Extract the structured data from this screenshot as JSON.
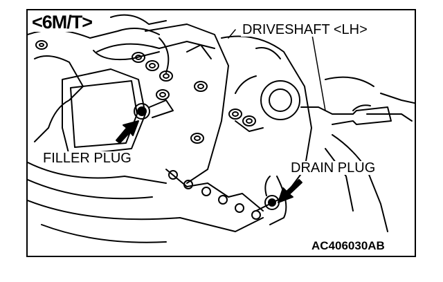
{
  "figure": {
    "title": "<6M/T>",
    "code": "AC406030AB"
  },
  "labels": {
    "driveshaft": "DRIVESHAFT <LH>",
    "filler_plug": "FILLER PLUG",
    "drain_plug": "DRAIN PLUG"
  },
  "colors": {
    "line": "#000000",
    "background": "#ffffff"
  }
}
